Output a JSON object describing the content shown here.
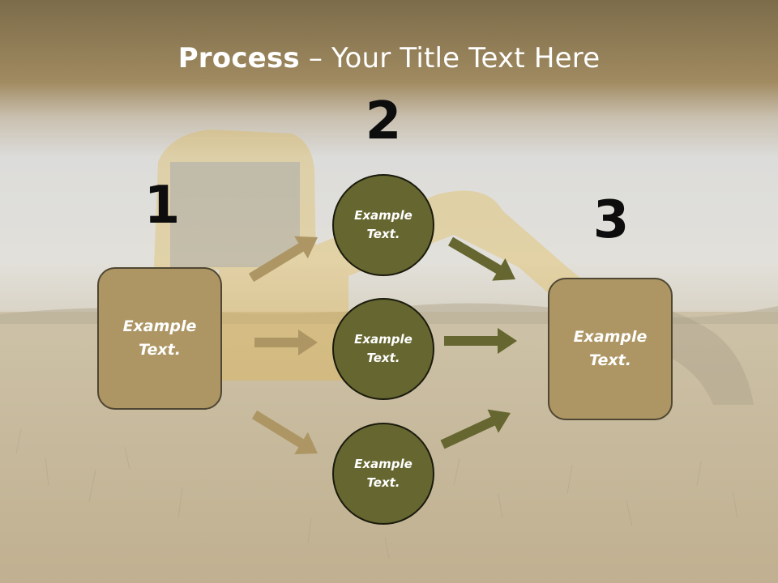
{
  "title": {
    "bold": "Process",
    "rest": " – Your Title Text Here"
  },
  "steps": [
    {
      "number": "1",
      "text": "Example\nText."
    },
    {
      "number": "2",
      "text": ""
    },
    {
      "number": "3",
      "text": "Example\nText."
    }
  ],
  "circles": [
    {
      "text": "Example\nText."
    },
    {
      "text": "Example\nText."
    },
    {
      "text": "Example\nText."
    }
  ],
  "colors": {
    "box_fill": "#ad9664",
    "circle_fill": "#666630",
    "arrow_left": "#ad9664",
    "arrow_right": "#666630",
    "title_text": "#ffffff",
    "number_text": "#0d0d0d"
  }
}
